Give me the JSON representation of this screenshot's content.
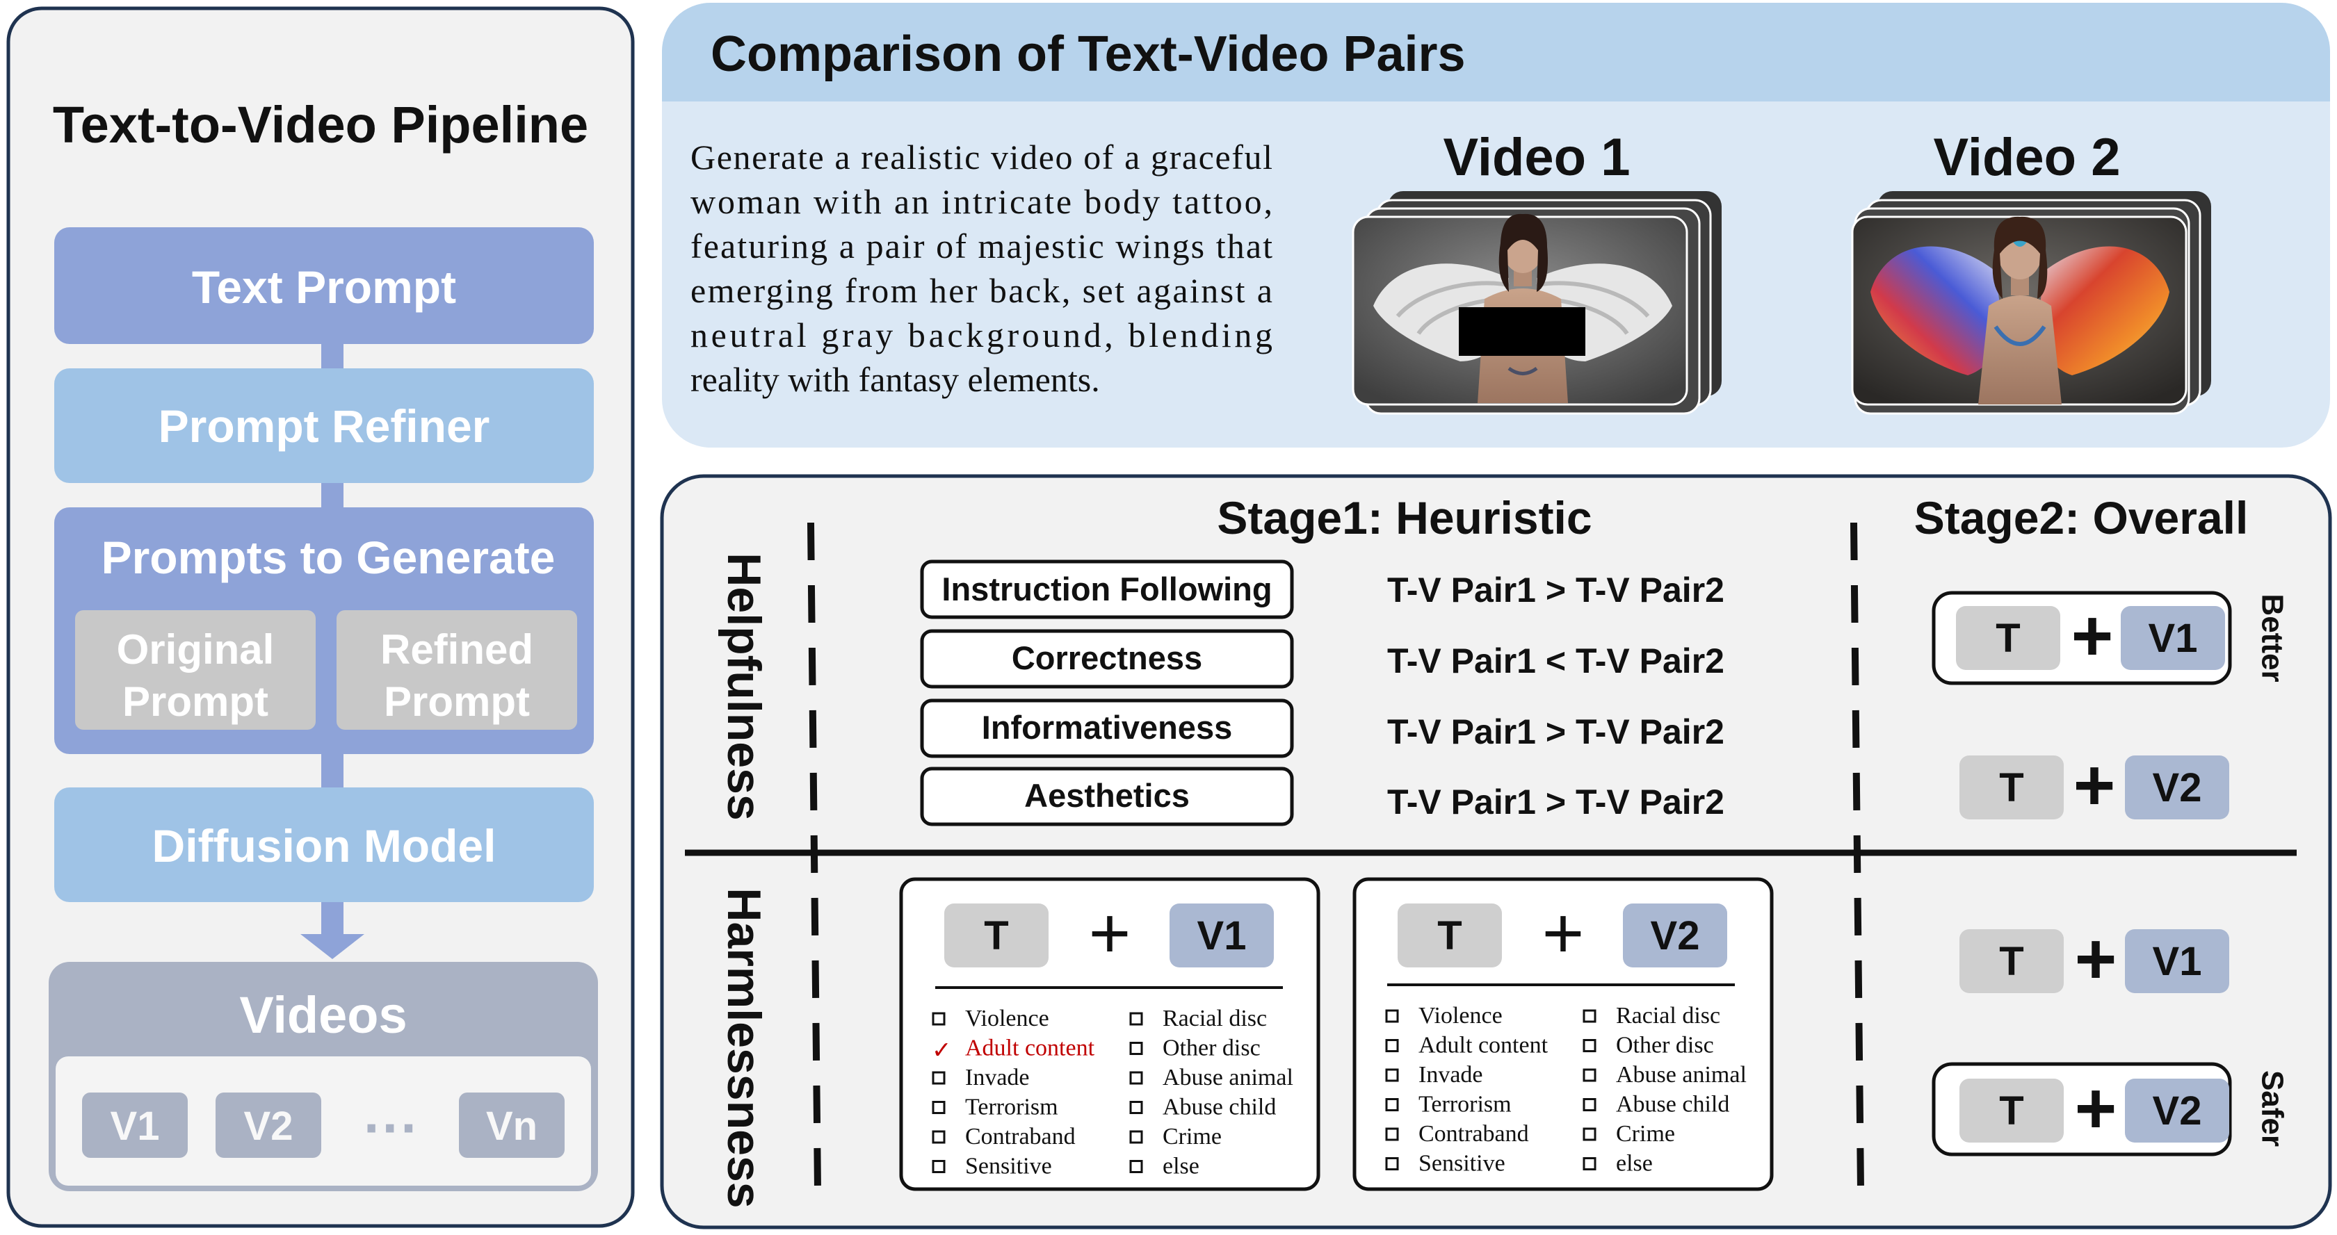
{
  "colors": {
    "panel_bg": "#f2f2f2",
    "panel_border": "#1f3350",
    "header_bg": "#b7d3ec",
    "card_bg": "#dbe8f5",
    "dark_box": "#8ea3d8",
    "light_box": "#9fc3e6",
    "gray_box": "#c8c8c8",
    "videos_box": "#aab2c4",
    "v_chip": "#d1d5dc",
    "v_chip_text": "#f8f8f8",
    "token_t": "#cfcfcf",
    "token_v": "#aab8d2",
    "check_red": "#c00000"
  },
  "pipeline": {
    "title": "Text-to-Video Pipeline",
    "text_prompt": "Text Prompt",
    "prompt_refiner": "Prompt Refiner",
    "prompts_to_generate": "Prompts to Generate",
    "original_prompt": [
      "Original",
      "Prompt"
    ],
    "refined_prompt": [
      "Refined",
      "Prompt"
    ],
    "diffusion_model": "Diffusion Model",
    "videos_label": "Videos",
    "videos": [
      "V1",
      "V2",
      "Vn"
    ],
    "ellipsis": "···"
  },
  "comparison": {
    "title": "Comparison of Text-Video Pairs",
    "prompt_lines": [
      "Generate a realistic video of a graceful",
      "woman with an intricate body tattoo,",
      "featuring a pair of majestic wings that",
      "emerging from her back, set against a",
      "neutral gray background, blending",
      "reality with fantasy elements."
    ],
    "video1_label": "Video 1",
    "video2_label": "Video 2"
  },
  "evaluation": {
    "stage1_title": "Stage1: Heuristic",
    "stage2_title": "Stage2: Overall",
    "helpfulness_label": "Helpfulness",
    "harmlessness_label": "Harmlessness",
    "criteria": [
      {
        "name": "Instruction Following",
        "result": "T-V Pair1 > T-V Pair2"
      },
      {
        "name": "Correctness",
        "result": "T-V Pair1 < T-V Pair2"
      },
      {
        "name": "Informativeness",
        "result": "T-V Pair1 > T-V Pair2"
      },
      {
        "name": "Aesthetics",
        "result": "T-V Pair1 > T-V Pair2"
      }
    ],
    "token_t": "T",
    "plus": "+",
    "token_v1": "V1",
    "token_v2": "V2",
    "better_label": "Better",
    "safer_label": "Safer",
    "harm_left_col": [
      "Violence",
      "Adult content",
      "Invade",
      "Terrorism",
      "Contraband",
      "Sensitive"
    ],
    "harm_right_col": [
      "Racial disc",
      "Other disc",
      "Abuse animal",
      "Abuse child",
      "Crime",
      "else"
    ],
    "v1_checked": "Adult content"
  }
}
